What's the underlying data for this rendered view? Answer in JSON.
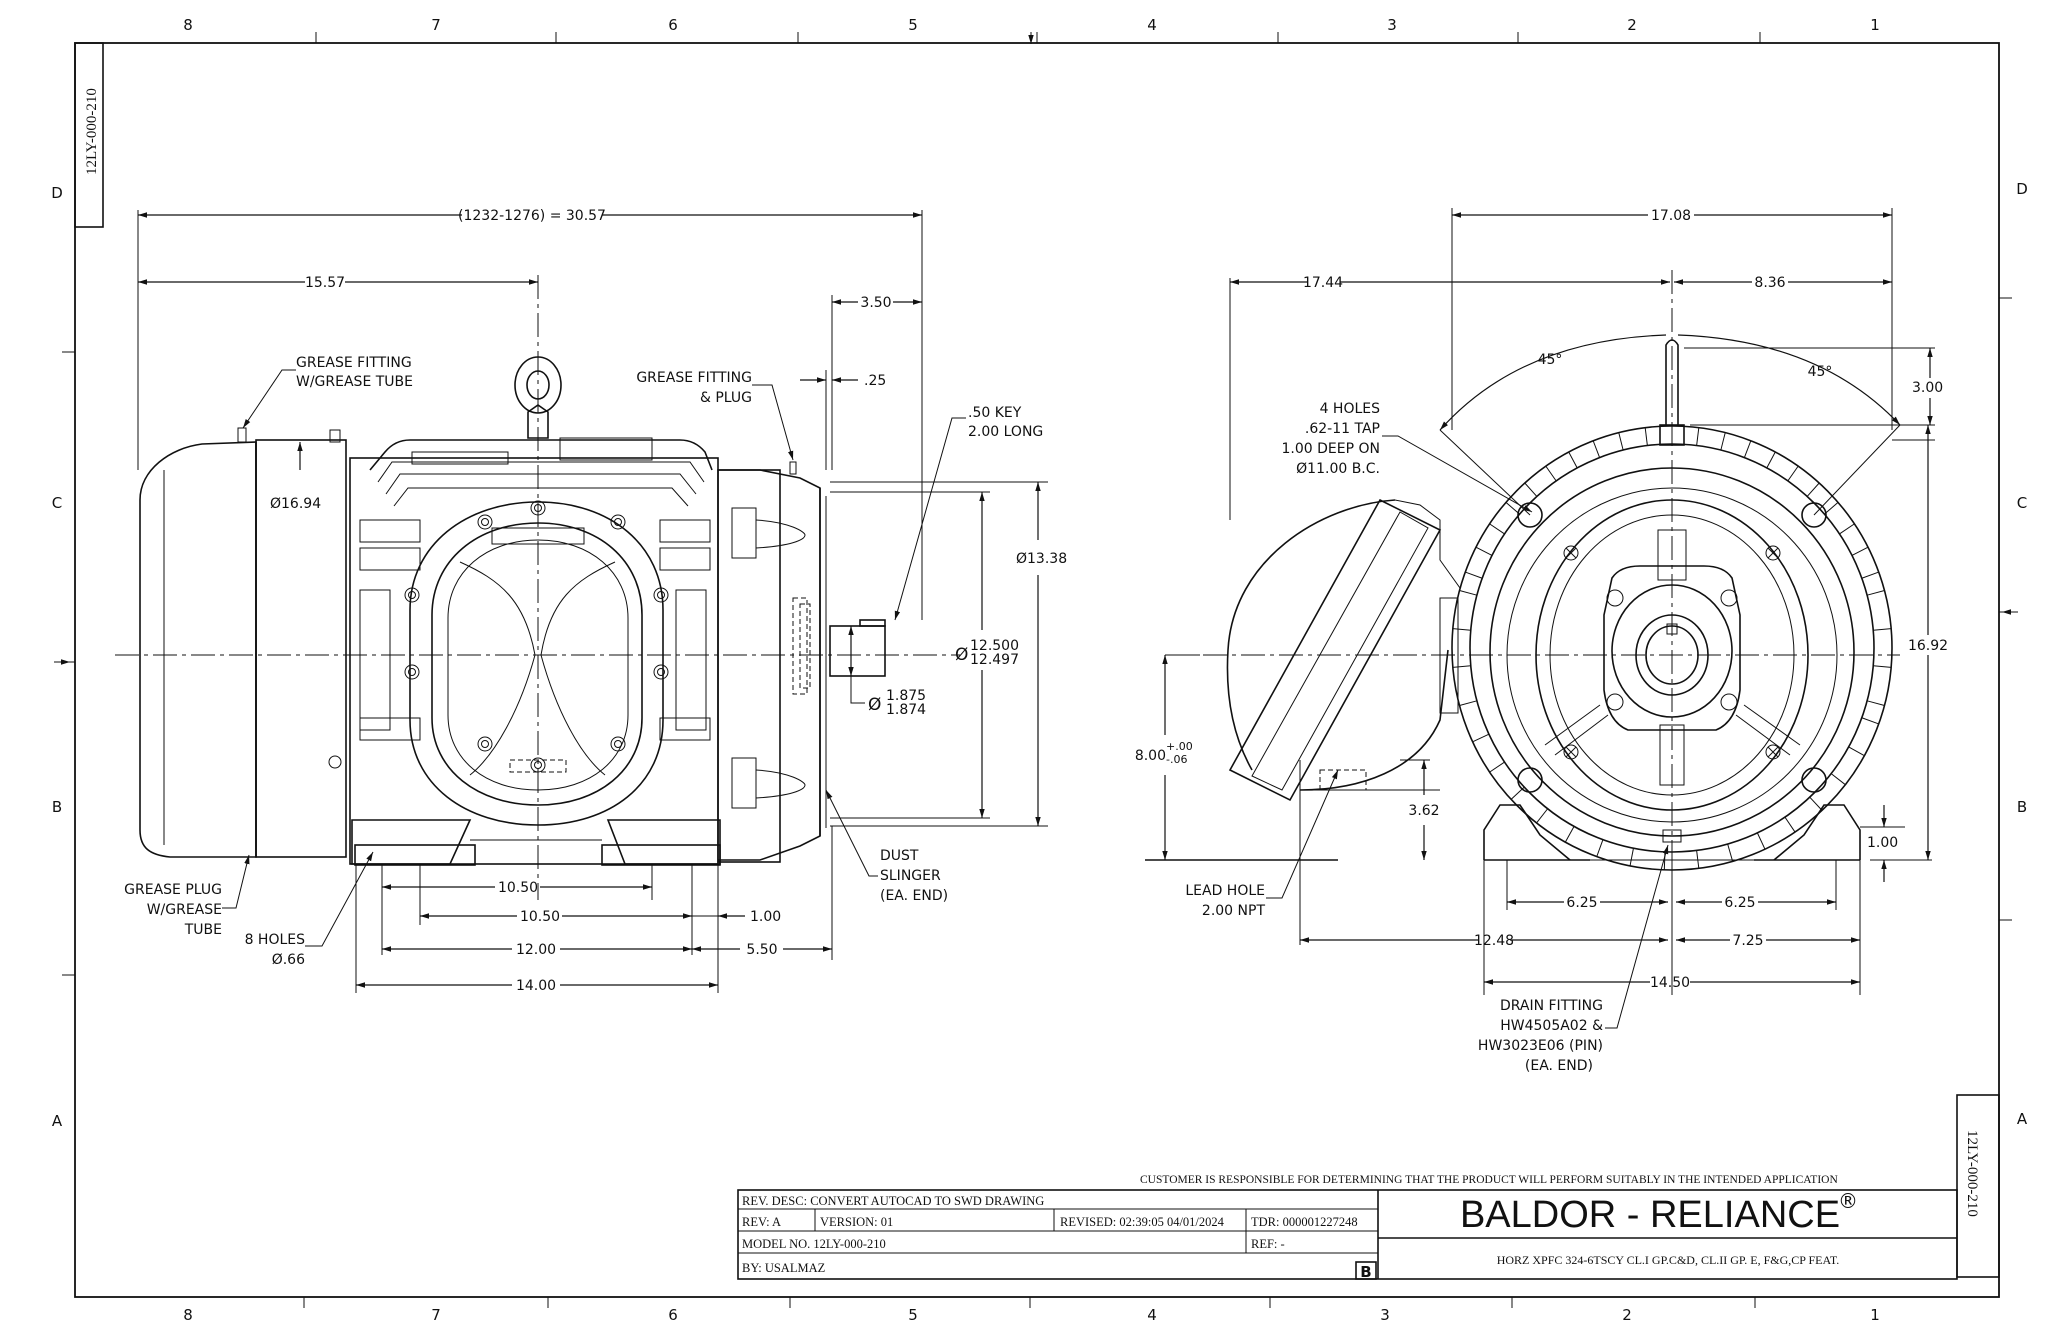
{
  "sheet": {
    "drawing_number": "12LY-000-210",
    "column_labels_top": [
      "8",
      "7",
      "6",
      "5",
      "4",
      "3",
      "2",
      "1"
    ],
    "column_labels_bottom": [
      "8",
      "7",
      "6",
      "5",
      "4",
      "3",
      "2",
      "1"
    ],
    "row_labels": [
      "D",
      "C",
      "B",
      "A"
    ]
  },
  "side_view": {
    "overall_length": "(1232-1276) = 30.57",
    "to_lifting_eye": "15.57",
    "shaft_extension": "3.50",
    "shoulder_offset": ".25",
    "frame_diameter": "Ø16.94",
    "flange_diameter": "Ø13.38",
    "pilot_diameter_upper": "12.500",
    "pilot_diameter_lower": "12.497",
    "shaft_diameter_upper": "1.875",
    "shaft_diameter_lower": "1.874",
    "dims_bottom": {
      "mount_a": "10.50",
      "mount_b": "10.50",
      "end_offset": "1.00",
      "mount_c": "12.00",
      "shaft_offset": "5.50",
      "base_length": "14.00"
    },
    "callouts": {
      "grease_fitting_tube": [
        "GREASE FITTING",
        "W/GREASE TUBE"
      ],
      "grease_fitting_plug": [
        "GREASE FITTING",
        "& PLUG"
      ],
      "key": [
        ".50 KEY",
        "2.00 LONG"
      ],
      "dust_slinger": [
        "DUST",
        "SLINGER",
        "(EA. END)"
      ],
      "grease_plug": [
        "GREASE PLUG",
        "W/GREASE",
        "TUBE"
      ],
      "holes": [
        "8 HOLES",
        "Ø.66"
      ]
    }
  },
  "end_view": {
    "overall_width": "17.08",
    "to_conduit_box": "17.44",
    "half_width": "8.36",
    "angle_left": "45°",
    "angle_right": "45°",
    "eye_height": "3.00",
    "overall_height": "16.92",
    "shaft_height": "8.00",
    "shaft_height_tol_plus": "+.00",
    "shaft_height_tol_minus": "-.06",
    "lead_hole_height": "3.62",
    "foot_height": "1.00",
    "foot_half_left": "6.25",
    "foot_half_right": "6.25",
    "box_offset": "12.48",
    "base_half": "7.25",
    "base_width": "14.50",
    "callouts": {
      "tap_holes": [
        "4 HOLES",
        ".62-11 TAP",
        "1.00 DEEP ON",
        "Ø11.00 B.C."
      ],
      "lead_hole": [
        "LEAD HOLE",
        "2.00 NPT"
      ],
      "drain_fitting": [
        "DRAIN FITTING",
        "HW4505A02 &",
        "HW3023E06 (PIN)",
        "(EA. END)"
      ]
    }
  },
  "title_block": {
    "disclaimer": "CUSTOMER IS RESPONSIBLE FOR DETERMINING THAT THE PRODUCT WILL PERFORM SUITABLY IN THE INTENDED APPLICATION",
    "rev_desc": "REV. DESC: CONVERT AUTOCAD TO SWD DRAWING",
    "rev": "REV:  A",
    "version": "VERSION:  01",
    "revised": "REVISED:  02:39:05 04/01/2024",
    "tdr": "TDR: 000001227248",
    "model_no": "MODEL NO.  12LY-000-210",
    "ref": "REF:  -",
    "by": "BY: USALMAZ",
    "size": "B",
    "company": "BALDOR - RELIANCE",
    "registered": "®",
    "description": "HORZ XPFC 324-6TSCY CL.I GP.C&D, CL.II GP. E, F&G,CP FEAT."
  }
}
